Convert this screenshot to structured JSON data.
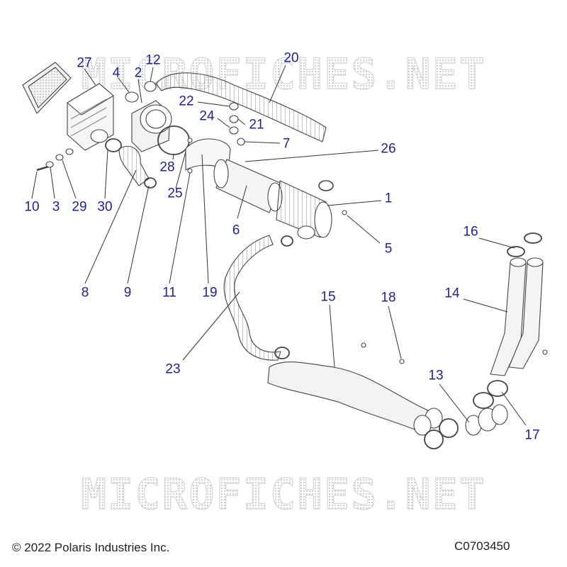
{
  "diagram": {
    "watermark_top": "MICROFICHES.NET",
    "watermark_bottom": "MICROFICHES.NET",
    "callouts": {
      "c1": "1",
      "c2": "2",
      "c3": "3",
      "c4": "4",
      "c5": "5",
      "c6": "6",
      "c7": "7",
      "c8": "8",
      "c9": "9",
      "c10": "10",
      "c11": "11",
      "c12": "12",
      "c13": "13",
      "c14": "14",
      "c15": "15",
      "c16": "16",
      "c17": "17",
      "c18": "18",
      "c19": "19",
      "c20": "20",
      "c21": "21",
      "c22": "22",
      "c23": "23",
      "c24": "24",
      "c25": "25",
      "c26": "26",
      "c27": "27",
      "c28": "28",
      "c29": "29",
      "c30": "30"
    },
    "callout_color": "#1f1f9e",
    "line_color": "#333333"
  },
  "footer": {
    "copyright": "© 2022 Polaris Industries Inc.",
    "drawing_number": "C0703450"
  }
}
